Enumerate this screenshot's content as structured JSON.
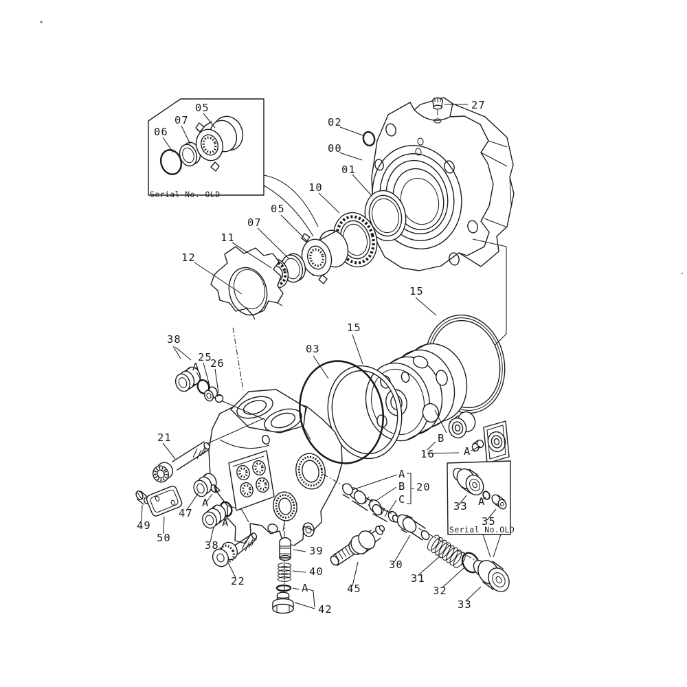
{
  "diagram": {
    "colors": {
      "background": "#ffffff",
      "ink": "#1a1a1a"
    },
    "insets": {
      "top": {
        "caption": "Serial No. OLD"
      },
      "bottom": {
        "caption": "Serial No.OLD"
      }
    },
    "labels": {
      "inset_top_05": "05",
      "inset_top_07": "07",
      "inset_top_06": "06",
      "p27": "27",
      "p02": "02",
      "p00": "00",
      "p01": "01",
      "p10": "10",
      "p05": "05",
      "p07": "07",
      "p11": "11",
      "p12": "12",
      "p15a": "15",
      "p15b": "15",
      "p03": "03",
      "p38a": "38",
      "a_top": "A",
      "p25": "25",
      "p26": "26",
      "p21": "21",
      "p49": "49",
      "p50": "50",
      "p47": "47",
      "a47": "A",
      "a38b": "A",
      "p38b": "38",
      "p22": "22",
      "p39": "39",
      "p40": "40",
      "a42": "A",
      "p42": "42",
      "p45": "45",
      "s20a": "A",
      "s20b": "B",
      "s20c": "C",
      "p20": "20",
      "p30": "30",
      "p31": "31",
      "p32": "32",
      "p33": "33",
      "b16": "B",
      "p16": "16",
      "a16": "A",
      "i2_33": "33",
      "i2_a": "A",
      "i2_35": "35"
    }
  }
}
